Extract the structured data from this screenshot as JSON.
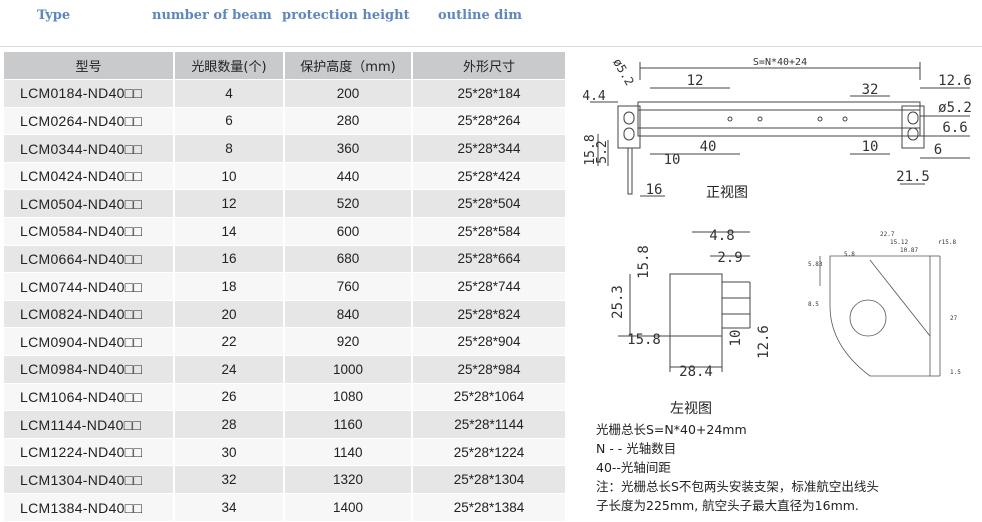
{
  "header": {
    "type_label": "Type",
    "beam_label": "number of beam",
    "protection_label": "protection height",
    "outline_label": "outline dim"
  },
  "table": {
    "columns": [
      "型号",
      "光眼数量(个)",
      "保护高度（mm)",
      "外形尺寸"
    ],
    "rows": [
      {
        "model": "LCM0184-ND40□□",
        "beams": "4",
        "height": "200",
        "dim": "25*28*184"
      },
      {
        "model": "LCM0264-ND40□□",
        "beams": "6",
        "height": "280",
        "dim": "25*28*264"
      },
      {
        "model": "LCM0344-ND40□□",
        "beams": "8",
        "height": "360",
        "dim": "25*28*344"
      },
      {
        "model": "LCM0424-ND40□□",
        "beams": "10",
        "height": "440",
        "dim": "25*28*424"
      },
      {
        "model": "LCM0504-ND40□□",
        "beams": "12",
        "height": "520",
        "dim": "25*28*504"
      },
      {
        "model": "LCM0584-ND40□□",
        "beams": "14",
        "height": "600",
        "dim": "25*28*584"
      },
      {
        "model": "LCM0664-ND40□□",
        "beams": "16",
        "height": "680",
        "dim": "25*28*664"
      },
      {
        "model": "LCM0744-ND40□□",
        "beams": "18",
        "height": "760",
        "dim": "25*28*744"
      },
      {
        "model": "LCM0824-ND40□□",
        "beams": "20",
        "height": "840",
        "dim": "25*28*824"
      },
      {
        "model": "LCM0904-ND40□□",
        "beams": "22",
        "height": "920",
        "dim": "25*28*904"
      },
      {
        "model": "LCM0984-ND40□□",
        "beams": "24",
        "height": "1000",
        "dim": "25*28*984"
      },
      {
        "model": "LCM1064-ND40□□",
        "beams": "26",
        "height": "1080",
        "dim": "25*28*1064"
      },
      {
        "model": "LCM1144-ND40□□",
        "beams": "28",
        "height": "1160",
        "dim": "25*28*1144"
      },
      {
        "model": "LCM1224-ND40□□",
        "beams": "30",
        "height": "1140",
        "dim": "25*28*1224"
      },
      {
        "model": "LCM1304-ND40□□",
        "beams": "32",
        "height": "1320",
        "dim": "25*28*1304"
      },
      {
        "model": "LCM1384-ND40□□",
        "beams": "34",
        "height": "1400",
        "dim": "25*28*1384"
      }
    ]
  },
  "front_view": {
    "caption": "正视图",
    "total_length": "S=N*40+24",
    "dims": {
      "d12": "12",
      "d32": "32",
      "d126": "12.6",
      "d44": "4.4",
      "d52": "ø5.2",
      "d52b": "ø5.2",
      "d66": "6.6",
      "d6": "6",
      "d158": "15.8",
      "d52c": "5.2",
      "d10a": "10",
      "d40": "40",
      "d10b": "10",
      "d215": "21.5",
      "d16": "16"
    }
  },
  "side_view": {
    "caption": "左视图",
    "dims": {
      "d48": "4.8",
      "d29": "2.9",
      "d158a": "15.8",
      "d253": "25.3",
      "d158b": "15.8",
      "d10": "10",
      "d126": "12.6",
      "d284": "28.4"
    }
  },
  "bracket_view": {
    "dims": {
      "d227": "22.7",
      "d1512": "15.12",
      "d1087": "10.87",
      "r158": "r15.8",
      "d58": "5.8",
      "d85": "8.5",
      "d27": "27",
      "d15": "1.5",
      "d583": "5.83"
    }
  },
  "notes": {
    "line1": "光栅总长S=N*40+24mm",
    "line2": "N - - 光轴数目",
    "line3": "40--光轴间距",
    "line4": "注：光栅总长S不包两头安装支架，标准航空出线头",
    "line5": "子长度为225mm, 航空头子最大直径为16mm."
  }
}
